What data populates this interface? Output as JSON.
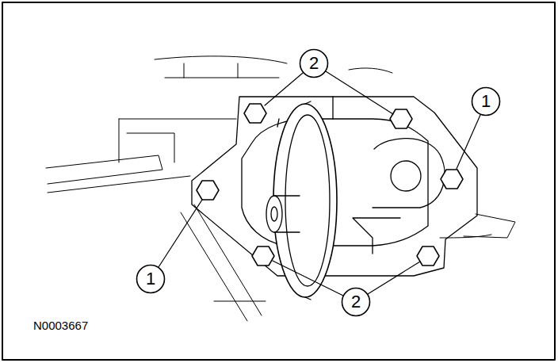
{
  "diagram": {
    "nodes": [
      {
        "text": [
          "2"
        ]
      },
      {
        "text": [
          "1"
        ]
      },
      {
        "text": [
          "1"
        ]
      },
      {
        "text": [
          "2"
        ]
      }
    ],
    "labels": [
      "N0003667"
    ]
  }
}
